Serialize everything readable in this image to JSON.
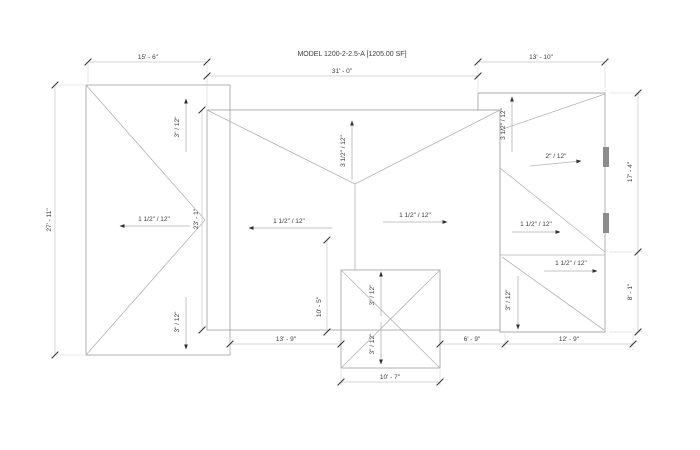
{
  "title": "MODEL 1200-2-2.5-A  [1205.00 SF]",
  "colors": {
    "line": "#a9a9a9",
    "dim_line": "#c7c7c7",
    "text": "#3c3c3c",
    "tick": "#2f2f2f",
    "roof_fill": "#fcfcfb",
    "pattern_line": "#e7e7e4",
    "vent_mark": "#8c8c8c",
    "background": "#ffffff"
  },
  "dims": {
    "top_left": "15' - 6\"",
    "top_center": "31' - 0\"",
    "top_right": "13' - 10\"",
    "left": "27' - 11\"",
    "inner_left": "23' - 1\"",
    "right_upper": "17' - 4\"",
    "right_lower": "8' - 1\"",
    "bottom_left": "13' - 9\"",
    "bottom_center": "6' - 9\"",
    "bottom_right": "12' - 9\"",
    "tower_width": "10' - 7\"",
    "tower_side": "10' - 5\""
  },
  "slopes": {
    "left_wing_north": "3\" / 12\"",
    "left_wing_main": "1 1/2\" / 12\"",
    "left_wing_south": "3\" / 12\"",
    "main_ridge": "3 1/2\" / 12\"",
    "main_west": "1 1/2\" / 12\"",
    "main_east": "1 1/2\" / 12\"",
    "right_wing_north": "3 1/2\" / 12\"",
    "right_wing_upper": "2\" / 12\"",
    "right_wing_mid": "1 1/2\" / 12\"",
    "right_wing_lower": "1 1/2\" / 12\"",
    "right_wing_south": "3\" / 12\"",
    "tower_north": "3\" / 12\"",
    "tower_south": "3\" / 12\""
  }
}
